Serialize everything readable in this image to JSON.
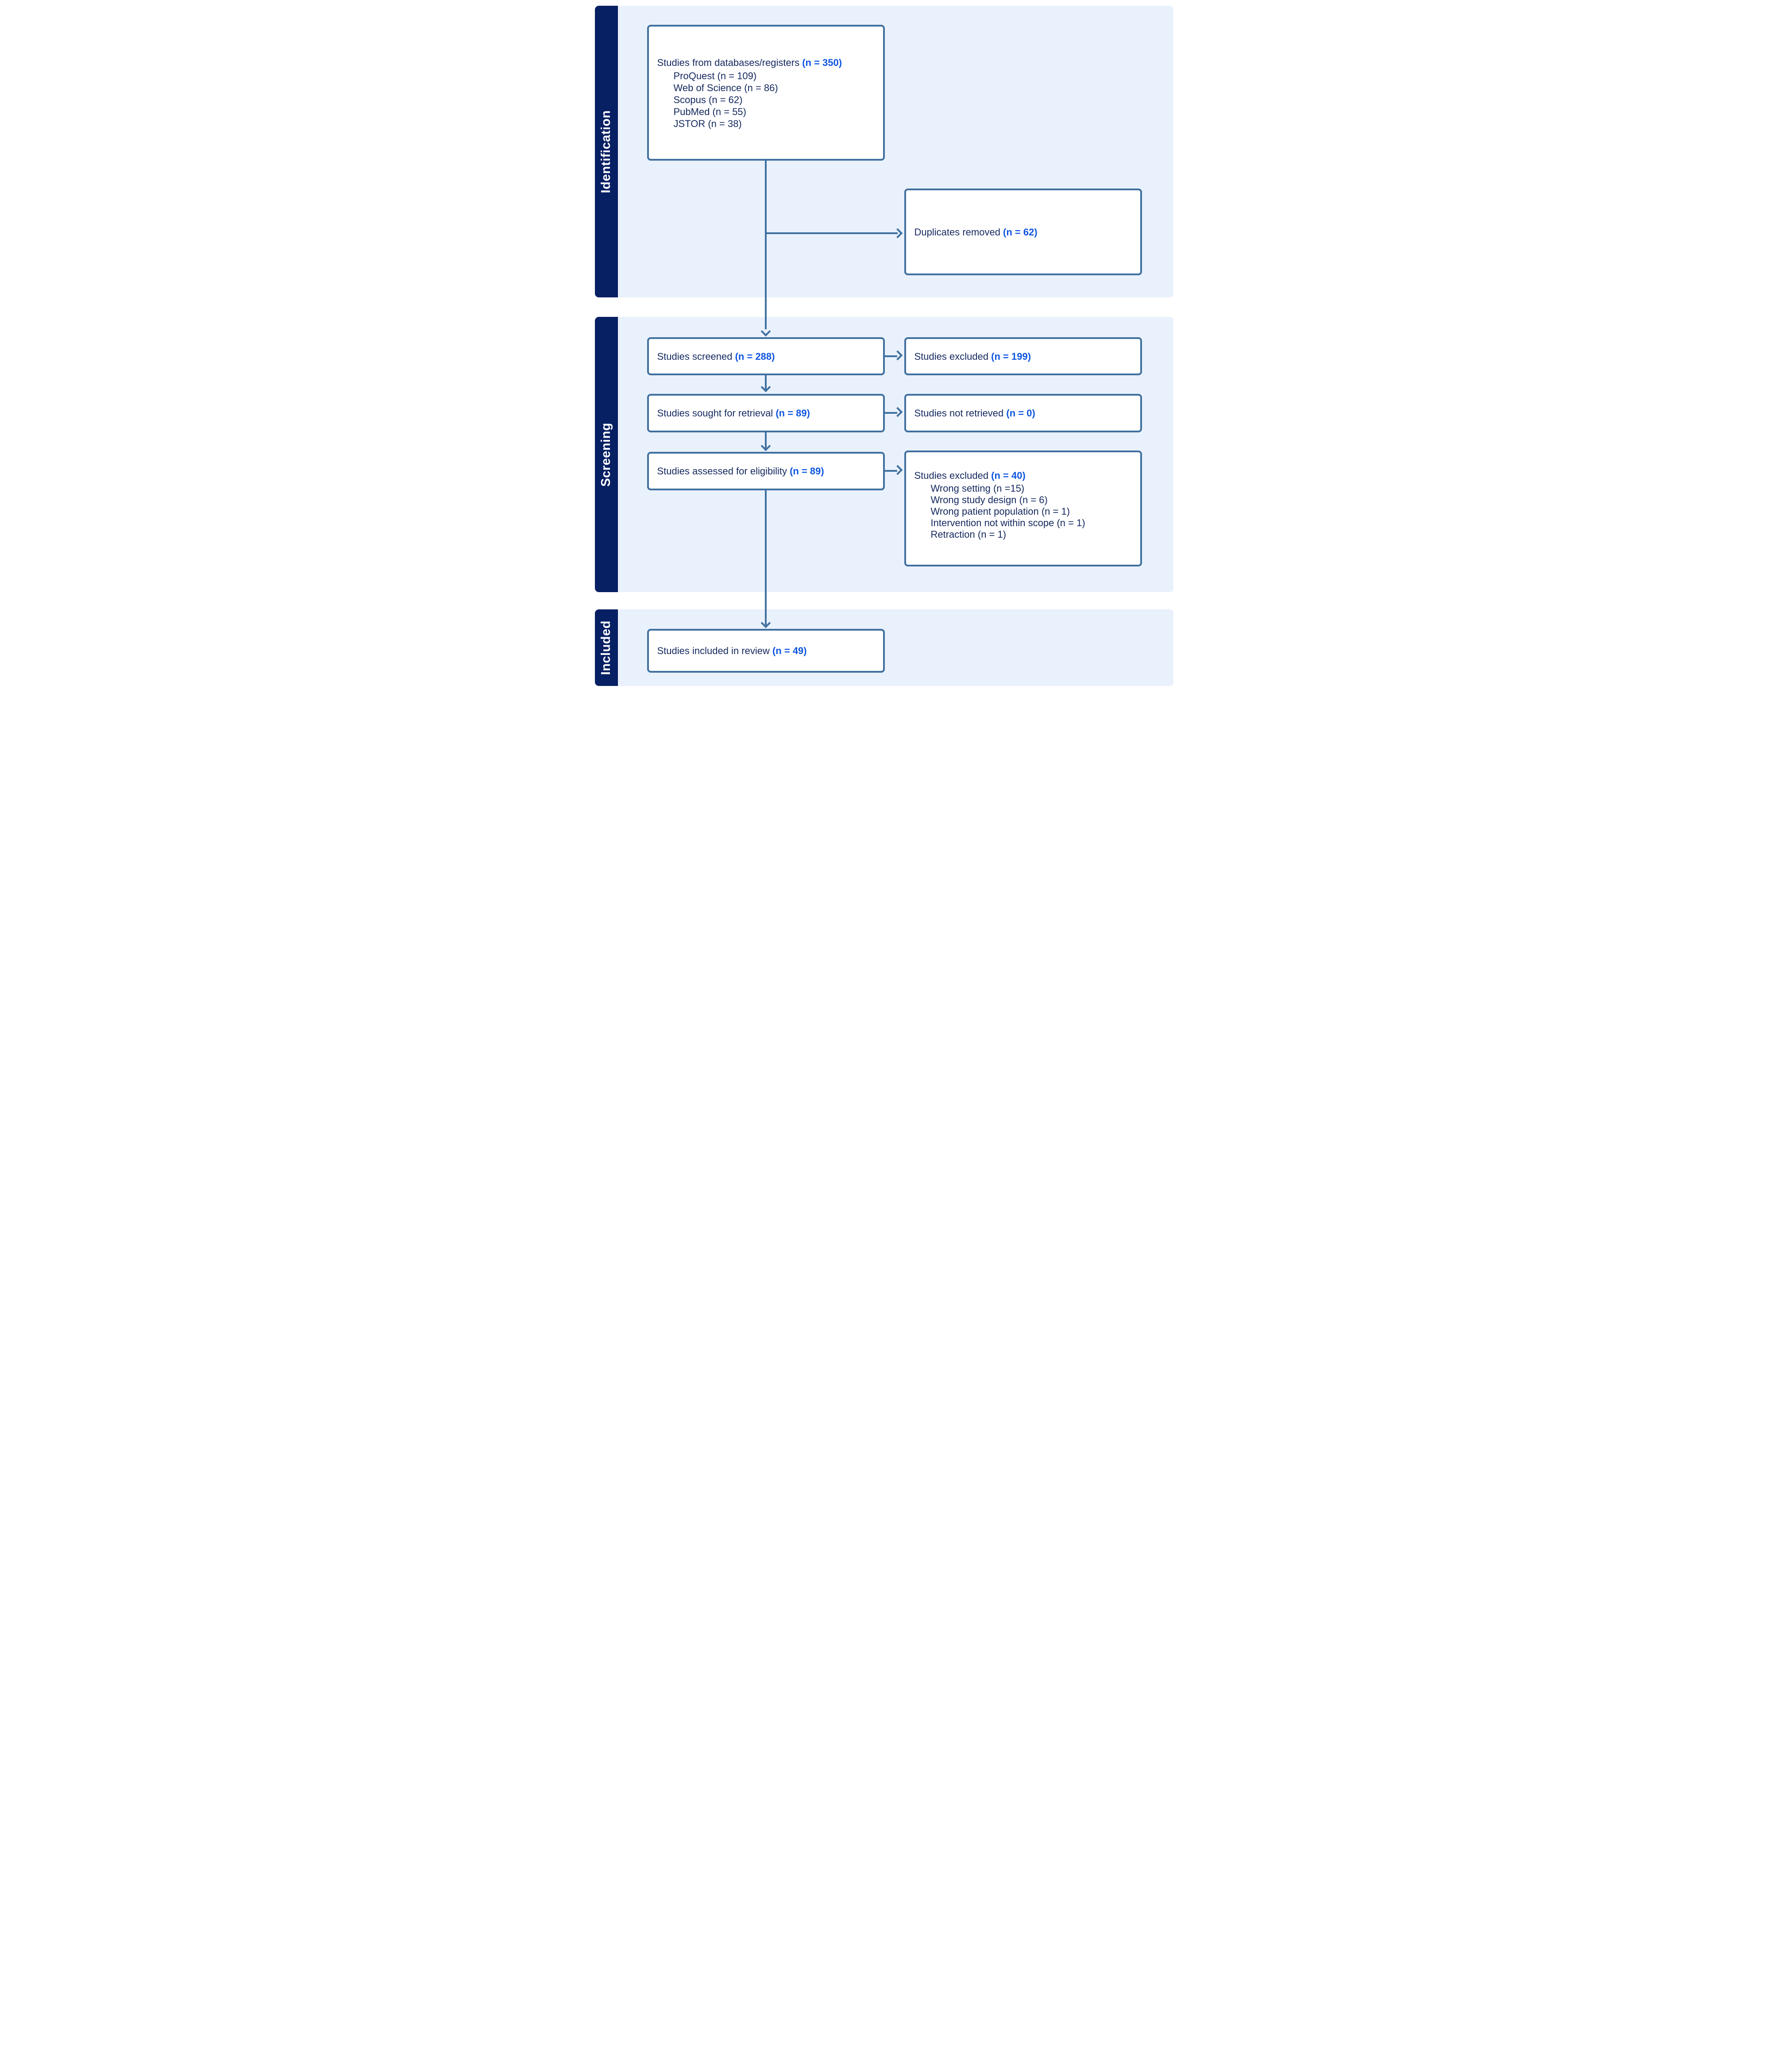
{
  "colors": {
    "band": "#e9f1fc",
    "sidebar": "#071f63",
    "border": "#40709f",
    "text": "#162a60",
    "accent": "#0e55e0",
    "boxbg": "#ffffff"
  },
  "stages": [
    {
      "label": "Identification"
    },
    {
      "label": "Screening"
    },
    {
      "label": "Included"
    }
  ],
  "boxes": {
    "sources": {
      "prefix": "Studies from databases/registers ",
      "n": "(n = 350)",
      "items": [
        "ProQuest (n = 109)",
        "Web of Science (n = 86)",
        "Scopus (n = 62)",
        "PubMed (n = 55)",
        "JSTOR (n = 38)"
      ]
    },
    "duplicates_removed": {
      "prefix": "Duplicates removed ",
      "n": "(n = 62)"
    },
    "studies_screened": {
      "prefix": "Studies screened ",
      "n": "(n = 288)"
    },
    "studies_excluded_screening": {
      "prefix": "Studies excluded ",
      "n": "(n = 199)"
    },
    "studies_sought": {
      "prefix": "Studies sought for retrieval ",
      "n": "(n = 89)"
    },
    "studies_not_retrieved": {
      "prefix": "Studies not retrieved ",
      "n": "(n = 0)"
    },
    "studies_assessed": {
      "prefix": "Studies assessed for eligibility ",
      "n": "(n = 89)"
    },
    "studies_excluded_eligibility": {
      "prefix": "Studies excluded ",
      "n": "(n = 40)",
      "items": [
        "Wrong setting (n =15)",
        "Wrong study design (n = 6)",
        "Wrong patient population (n = 1)",
        "Intervention not within scope (n = 1)",
        "Retraction (n = 1)"
      ]
    },
    "studies_included": {
      "prefix": "Studies included in review ",
      "n": "(n = 49)"
    }
  }
}
